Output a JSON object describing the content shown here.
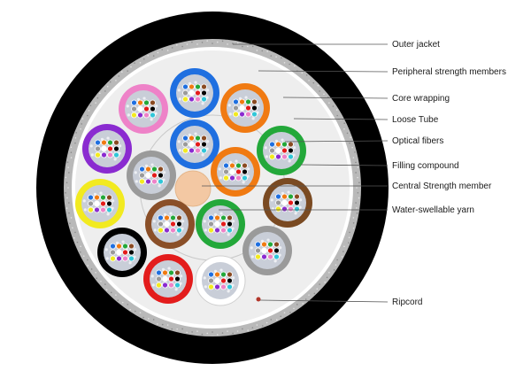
{
  "labels": [
    {
      "key": "outer_jacket",
      "text": "Outer jacket"
    },
    {
      "key": "peripheral",
      "text": "Peripheral strength members"
    },
    {
      "key": "core_wrapping",
      "text": "Core wrapping"
    },
    {
      "key": "loose_tube",
      "text": "Loose Tube"
    },
    {
      "key": "optical_fibers",
      "text": "Optical fibers"
    },
    {
      "key": "filling",
      "text": "Filling compound"
    },
    {
      "key": "central",
      "text": "Central Strength member"
    },
    {
      "key": "yarn",
      "text": "Water-swellable yarn"
    },
    {
      "key": "ripcord",
      "text": "Ripcord"
    }
  ],
  "colors": {
    "jacket": "#000000",
    "inner_fill": "#eeeeee",
    "strength_ring": "#b9b9b9",
    "central_member": "#f3c8a3",
    "leader": "#555555",
    "ripcord": "#b2362a"
  },
  "outer_tube_colors": [
    "#1f6fe0",
    "#f07a12",
    "#23a83a",
    "#7a4a22",
    "#9a9a9a",
    "#ffffff",
    "#e31c1c",
    "#000000",
    "#f2ea20",
    "#8a2bd0",
    "#ee82c8"
  ],
  "inner_tube_colors": [
    "#1f6fe0",
    "#f07a12",
    "#7a4a22",
    "#23a83a",
    "#8a4f28",
    "#9a9a9a"
  ],
  "fiber_colors": [
    "#1f6fe0",
    "#f07a12",
    "#23a83a",
    "#8a4a22",
    "#9a9a9a",
    "#ffffff",
    "#e31c1c",
    "#000000",
    "#f2ea20",
    "#8a2bd0",
    "#ee82c8",
    "#31c6d8"
  ]
}
